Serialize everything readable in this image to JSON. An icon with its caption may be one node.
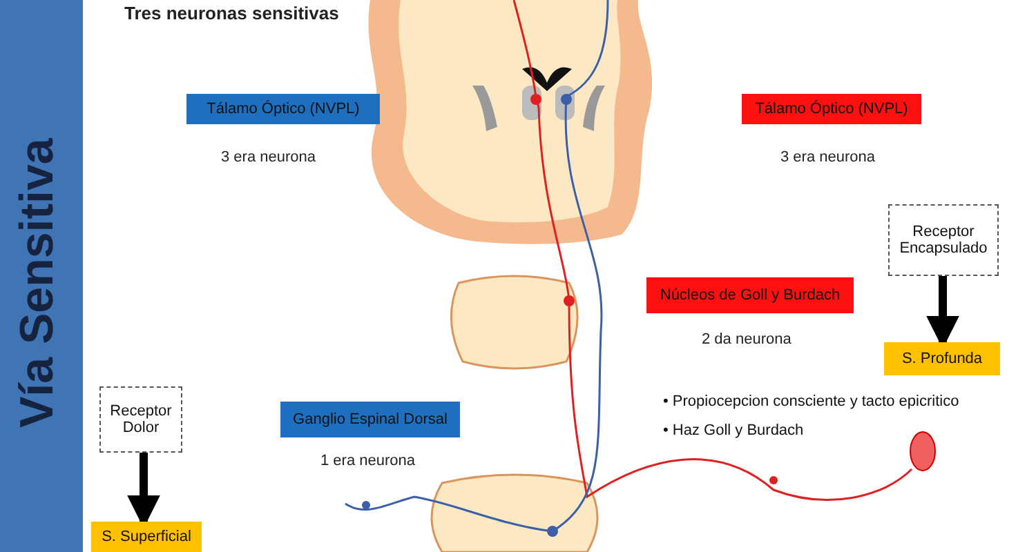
{
  "diagram": {
    "title": "Tres neuronas sensitivas",
    "nodes": [
      {
        "text": [
          "Tálamo Óptico (NVPL)"
        ],
        "beside": [
          "3 era neurona"
        ]
      },
      {
        "text": [
          "Tálamo Óptico (NVPL)"
        ],
        "beside": [
          "3 era neurona"
        ]
      },
      {
        "text": [
          "Receptor Encapsulado"
        ]
      },
      {
        "text": [
          "Núcleos de Goll y Burdach"
        ],
        "beside": [
          "2 da neurona"
        ]
      },
      {
        "text": [
          "S. Profunda"
        ]
      },
      {
        "text": [
          "Receptor Dolor"
        ]
      },
      {
        "text": [
          "Ganglio Espinal Dorsal"
        ],
        "beside": [
          "1 era neurona"
        ]
      },
      {
        "text": [
          "S. Superficial"
        ]
      }
    ],
    "edges": [
      {
        "from": 2,
        "to": 4,
        "arrow": "to"
      },
      {
        "from": 5,
        "to": 7,
        "arrow": "to"
      }
    ],
    "labels": [
      "Vía Sensitiva",
      "• Propiocepcion consciente y tacto epicritico",
      "• Haz Goll y Burdach"
    ]
  }
}
